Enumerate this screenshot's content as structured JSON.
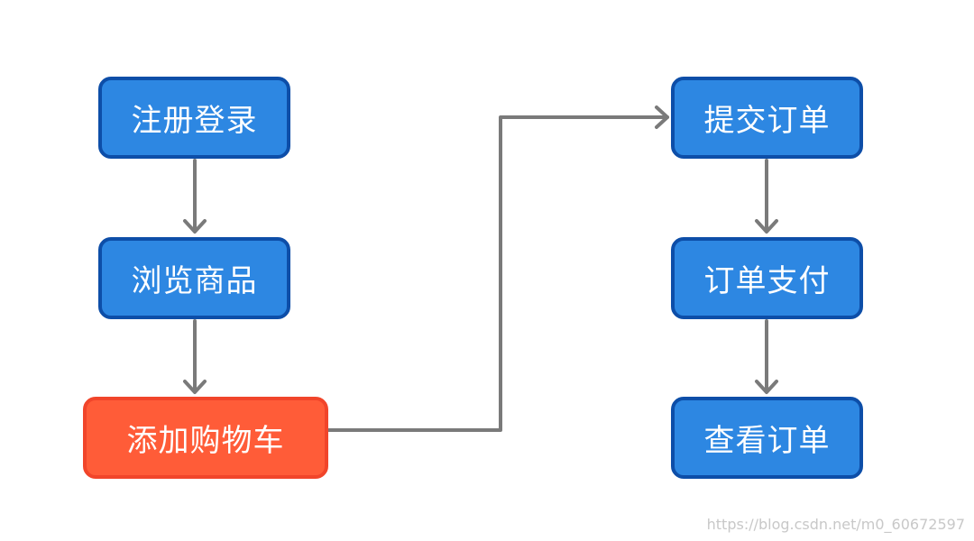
{
  "diagram": {
    "nodes": {
      "register_login": "注册登录",
      "browse_products": "浏览商品",
      "add_to_cart": "添加购物车",
      "submit_order": "提交订单",
      "order_payment": "订单支付",
      "view_order": "查看订单"
    },
    "colors": {
      "node_fill": "#2d87e2",
      "node_border": "#0d4ea8",
      "highlight_fill": "#ff5c38",
      "highlight_border": "#f1452a",
      "arrow": "#7a7a7a"
    }
  },
  "watermark": "https://blog.csdn.net/m0_60672597"
}
